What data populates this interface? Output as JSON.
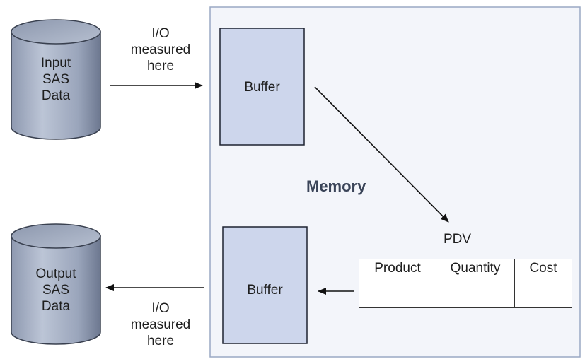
{
  "input_data": {
    "label": "Input\nSAS\nData"
  },
  "output_data": {
    "label": "Output\nSAS\nData"
  },
  "io_top": {
    "label": "I/O\nmeasured\nhere"
  },
  "io_bottom": {
    "label": "I/O\nmeasured\nhere"
  },
  "memory": {
    "label": "Memory"
  },
  "buffer_top": {
    "label": "Buffer"
  },
  "buffer_bottom": {
    "label": "Buffer"
  },
  "pdv": {
    "title": "PDV",
    "columns": [
      "Product",
      "Quantity",
      "Cost"
    ]
  },
  "colors": {
    "cylinder_body": "#a9b3c6",
    "cylinder_shadow": "#6d7890",
    "buffer_fill": "#cdd6ec",
    "memory_fill": "#f3f5fa",
    "memory_border": "#9aa8c4"
  }
}
